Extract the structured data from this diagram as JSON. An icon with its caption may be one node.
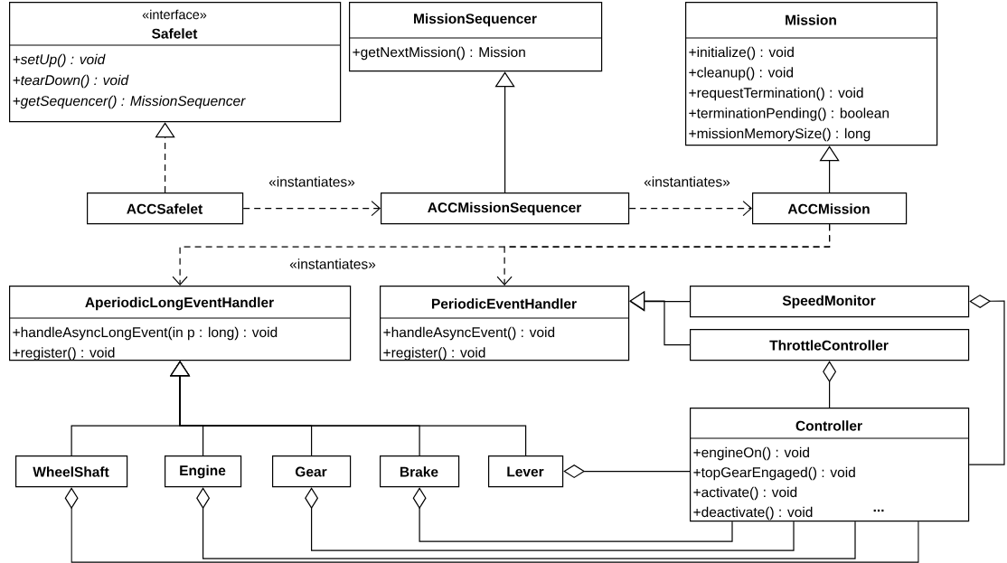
{
  "diagram": {
    "nodes": [
      {
        "text": [
          "«interface»",
          "Safelet",
          "+setUp() : void",
          "+tearDown() : void",
          "+getSequencer() : MissionSequencer"
        ]
      },
      {
        "text": [
          "MissionSequencer",
          "+getNextMission() : Mission"
        ]
      },
      {
        "text": [
          "Mission",
          "+initialize() : void",
          "+cleanup() : void",
          "+requestTermination() : void",
          "+terminationPending() : boolean",
          "+missionMemorySize() : long"
        ]
      },
      {
        "text": [
          "ACCSafelet"
        ]
      },
      {
        "text": [
          "ACCMissionSequencer"
        ]
      },
      {
        "text": [
          "ACCMission"
        ]
      },
      {
        "text": [
          "AperiodicLongEventHandler",
          "+handleAsyncLongEvent(in p : long) : void",
          "+register() : void"
        ]
      },
      {
        "text": [
          "PeriodicEventHandler",
          "+handleAsyncEvent() : void",
          "+register() : void"
        ]
      },
      {
        "text": [
          "SpeedMonitor"
        ]
      },
      {
        "text": [
          "ThrottleController"
        ]
      },
      {
        "text": [
          "Controller",
          "+engineOn() : void",
          "+topGearEngaged() : void",
          "+activate() : void",
          "+deactivate() : void",
          "..."
        ]
      },
      {
        "text": [
          "WheelShaft"
        ]
      },
      {
        "text": [
          "Engine"
        ]
      },
      {
        "text": [
          "Gear"
        ]
      },
      {
        "text": [
          "Brake"
        ]
      },
      {
        "text": [
          "Lever"
        ]
      }
    ],
    "edges": [
      {
        "from": 3,
        "to": 0,
        "arrow": "to",
        "style": "dashed"
      },
      {
        "from": 4,
        "to": 1,
        "arrow": "to"
      },
      {
        "from": 5,
        "to": 2,
        "arrow": "to"
      },
      {
        "from": 3,
        "to": 4,
        "arrow": "to",
        "style": "dashed",
        "label": "«instantiates»"
      },
      {
        "from": 4,
        "to": 5,
        "arrow": "to",
        "style": "dashed",
        "label": "«instantiates»"
      },
      {
        "from": 5,
        "to": 6,
        "arrow": "to",
        "style": "dashed",
        "label": "«instantiates»"
      },
      {
        "from": 5,
        "to": 7,
        "arrow": "to",
        "style": "dashed"
      },
      {
        "from": 8,
        "to": 7,
        "arrow": "to"
      },
      {
        "from": 9,
        "to": 7,
        "arrow": "to"
      },
      {
        "from": 11,
        "to": 6,
        "arrow": "to"
      },
      {
        "from": 12,
        "to": 6,
        "arrow": "to"
      },
      {
        "from": 13,
        "to": 6,
        "arrow": "to"
      },
      {
        "from": 14,
        "to": 6,
        "arrow": "to"
      },
      {
        "from": 15,
        "to": 6,
        "arrow": "to"
      },
      {
        "from": 10,
        "to": 9,
        "arrow": "other"
      },
      {
        "from": 10,
        "to": 8,
        "arrow": "other"
      },
      {
        "from": 10,
        "to": 15,
        "arrow": "other"
      },
      {
        "from": 10,
        "to": 14,
        "arrow": "other"
      },
      {
        "from": 10,
        "to": 13,
        "arrow": "other"
      },
      {
        "from": 10,
        "to": 12,
        "arrow": "other"
      },
      {
        "from": 10,
        "to": 11,
        "arrow": "other"
      }
    ]
  }
}
